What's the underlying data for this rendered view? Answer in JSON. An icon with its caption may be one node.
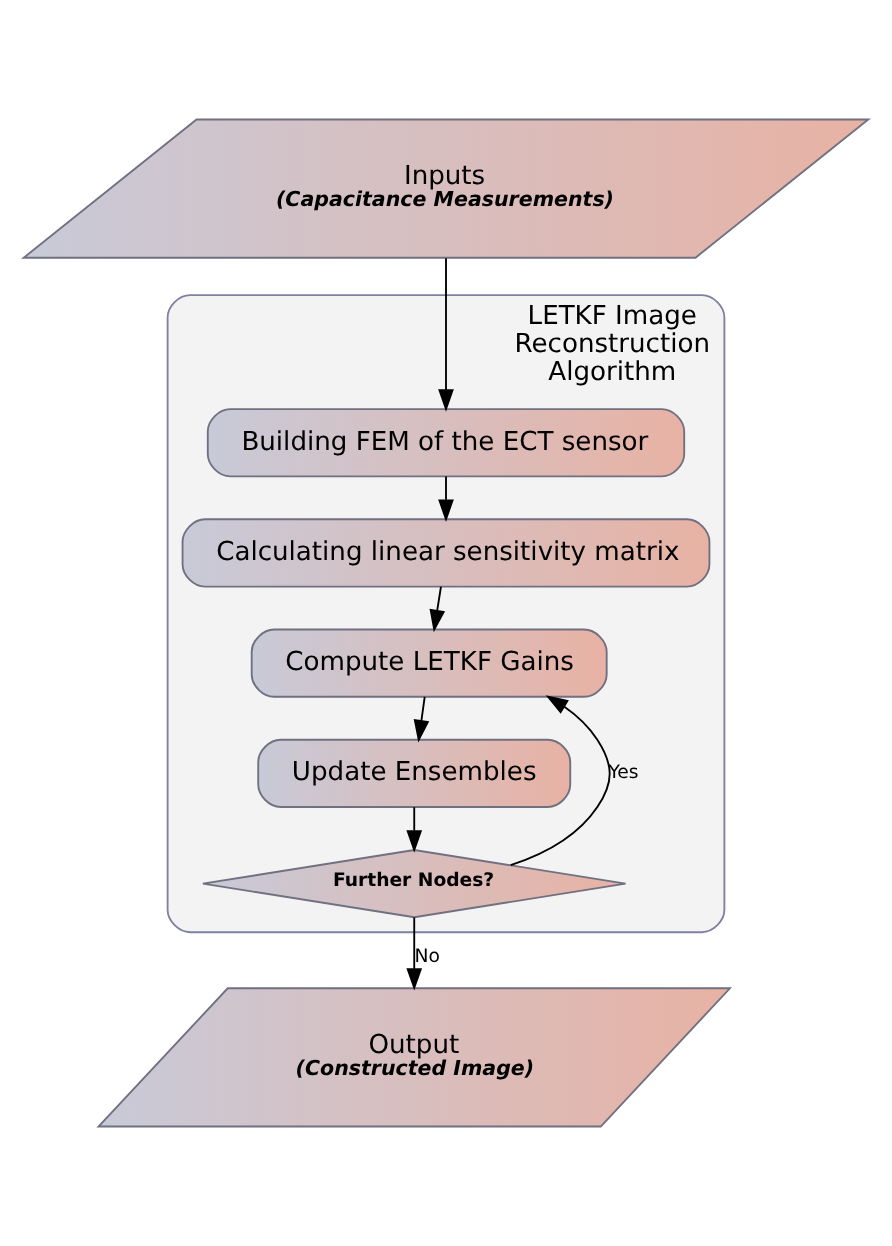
{
  "diagram": {
    "nodes": [
      {
        "text": [
          "Inputs",
          "(Capacitance Measurements)"
        ]
      },
      {
        "text": [
          "LETKF Image Reconstruction Algorithm"
        ]
      },
      {
        "text": [
          "Building FEM of the ECT sensor"
        ],
        "in": 1
      },
      {
        "text": [
          "Calculating linear sensitivity matrix"
        ],
        "in": 1
      },
      {
        "text": [
          "Compute LETKF Gains"
        ],
        "in": 1
      },
      {
        "text": [
          "Update Ensembles"
        ],
        "in": 1
      },
      {
        "text": [
          "Further Nodes?"
        ],
        "in": 1
      },
      {
        "text": [
          "Output",
          "(Constructed Image)"
        ]
      }
    ],
    "edges": [
      {
        "from": 0,
        "to": 2,
        "arrow": "to"
      },
      {
        "from": 2,
        "to": 3,
        "arrow": "to"
      },
      {
        "from": 3,
        "to": 4,
        "arrow": "to"
      },
      {
        "from": 4,
        "to": 5,
        "arrow": "to"
      },
      {
        "from": 5,
        "to": 6,
        "arrow": "to"
      },
      {
        "from": 6,
        "to": 4,
        "arrow": "to",
        "label": "Yes"
      },
      {
        "from": 6,
        "to": 7,
        "arrow": "to",
        "label": "No"
      }
    ]
  }
}
